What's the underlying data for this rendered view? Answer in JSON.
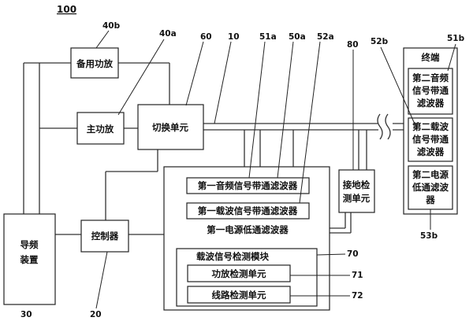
{
  "figure_label": "100",
  "terminal": {
    "title": "终端",
    "filters": [
      {
        "lines": [
          "第二音频",
          "信号带通",
          "滤波器"
        ],
        "ref": "51b"
      },
      {
        "lines": [
          "第二载波",
          "信号带通",
          "滤波器"
        ],
        "ref": "52b"
      },
      {
        "lines": [
          "第二电源",
          "低通滤波",
          "器"
        ],
        "ref": "53b"
      }
    ]
  },
  "blocks": {
    "backup_amp": {
      "label": "备用功放",
      "ref": "40b"
    },
    "main_amp": {
      "label": "主功放",
      "ref": "40a"
    },
    "switch_unit": {
      "label": "切换单元",
      "ref": "60"
    },
    "line": {
      "ref": "10"
    },
    "ground_detect": {
      "lines": [
        "接地检",
        "测单元"
      ],
      "ref": "80"
    },
    "guide_device": {
      "lines": [
        "导频",
        "装置"
      ],
      "ref": "30"
    },
    "controller": {
      "label": "控制器",
      "ref": "20"
    },
    "filter_group": {
      "ref": "50a"
    }
  },
  "first_filters": [
    {
      "label": "第一音频信号带通滤波器",
      "ref": "51a"
    },
    {
      "label": "第一载波信号带通滤波器",
      "ref": "52a"
    },
    {
      "label": "第一电源低通滤波器",
      "ref": ""
    }
  ],
  "carrier_module": {
    "label": "载波信号检测模块",
    "ref": "70",
    "units": [
      {
        "label": "功放检测单元",
        "ref": "71"
      },
      {
        "label": "线路检测单元",
        "ref": "72"
      }
    ]
  }
}
